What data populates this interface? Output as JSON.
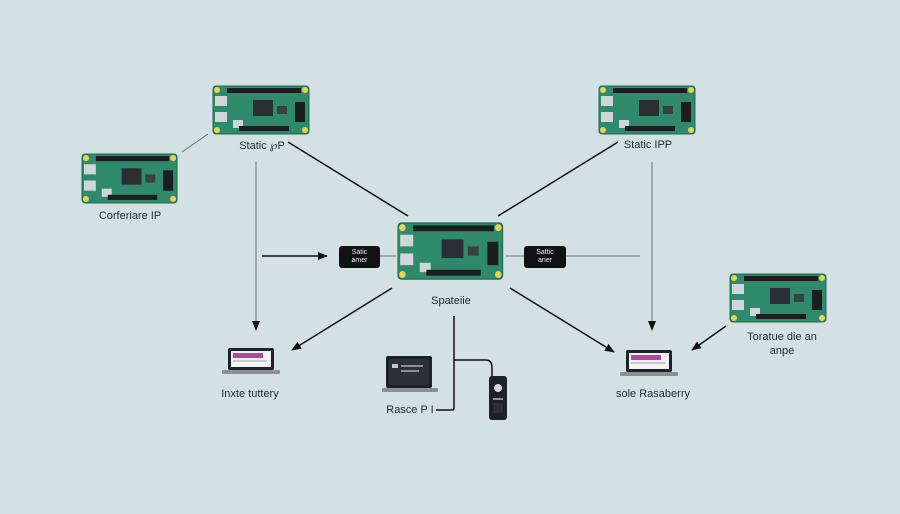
{
  "colors": {
    "background": "#d3e1e5",
    "board": "#2e8a6a",
    "board_edge": "#1f6b50",
    "chip": "#2b2f33",
    "header": "#1b1d1f",
    "connector": "#cfd6da",
    "pad": "#e6d35a",
    "arrow": "#111111",
    "screen_accent": "#b04aa0"
  },
  "icons": {
    "board": "raspberry-pi-board-icon",
    "laptop": "laptop-icon",
    "phone": "mobile-device-icon"
  },
  "nodes": {
    "top_left_board": {
      "label": "Static ℘P"
    },
    "left_board": {
      "label": "Corferiare IP"
    },
    "top_right_board": {
      "label": "Static IPP"
    },
    "center_board": {
      "label": "Spateiie"
    },
    "right_board": {
      "label_line1": "Toratue die an",
      "label_line2": "anpe"
    },
    "left_laptop": {
      "label": "Inxte tuttery"
    },
    "center_laptop": {
      "label": "Rasce P I"
    },
    "right_laptop": {
      "label": "sole Rasaberry"
    }
  },
  "tags": {
    "left_tag": {
      "line1": "Satic",
      "line2": "amer"
    },
    "right_tag": {
      "line1": "Sattic",
      "line2": "aner"
    }
  }
}
